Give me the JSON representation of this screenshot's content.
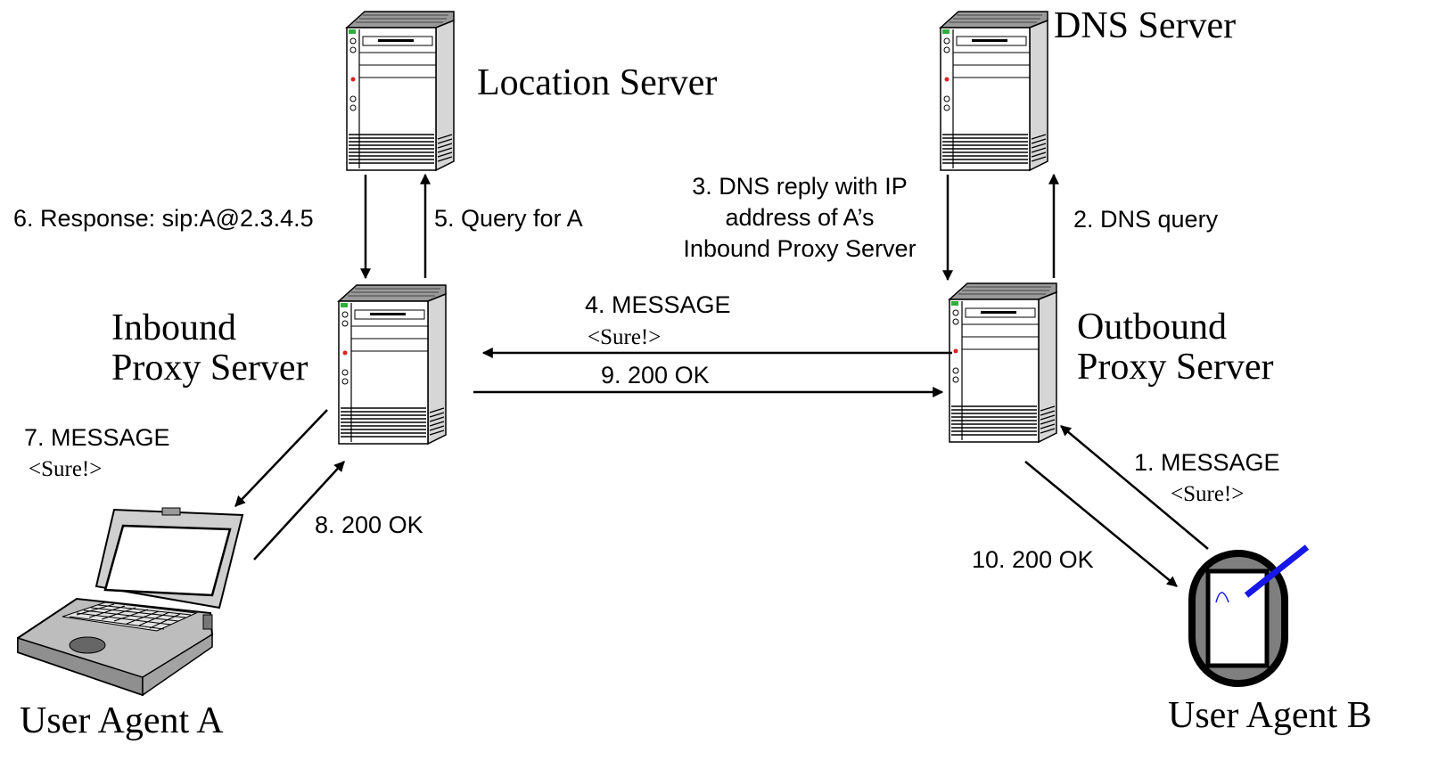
{
  "nodes": {
    "location_server": "Location Server",
    "dns_server": "DNS Server",
    "inbound_proxy": [
      "Inbound",
      "Proxy Server"
    ],
    "outbound_proxy": [
      "Outbound",
      "Proxy Server"
    ],
    "user_agent_a": "User Agent A",
    "user_agent_b": "User Agent B"
  },
  "messages": {
    "m1": "1. MESSAGE",
    "m1_body": "<Sure!>",
    "m2": "2. DNS query",
    "m3": [
      "3. DNS reply with IP",
      "address of A’s",
      "Inbound Proxy Server"
    ],
    "m4": "4. MESSAGE",
    "m4_body": "<Sure!>",
    "m5": "5. Query for A",
    "m6": "6. Response: sip:A@2.3.4.5",
    "m7": "7. MESSAGE",
    "m7_body": "<Sure!>",
    "m8": "8.  200 OK",
    "m9": "9.  200 OK",
    "m10": "10.  200 OK"
  }
}
